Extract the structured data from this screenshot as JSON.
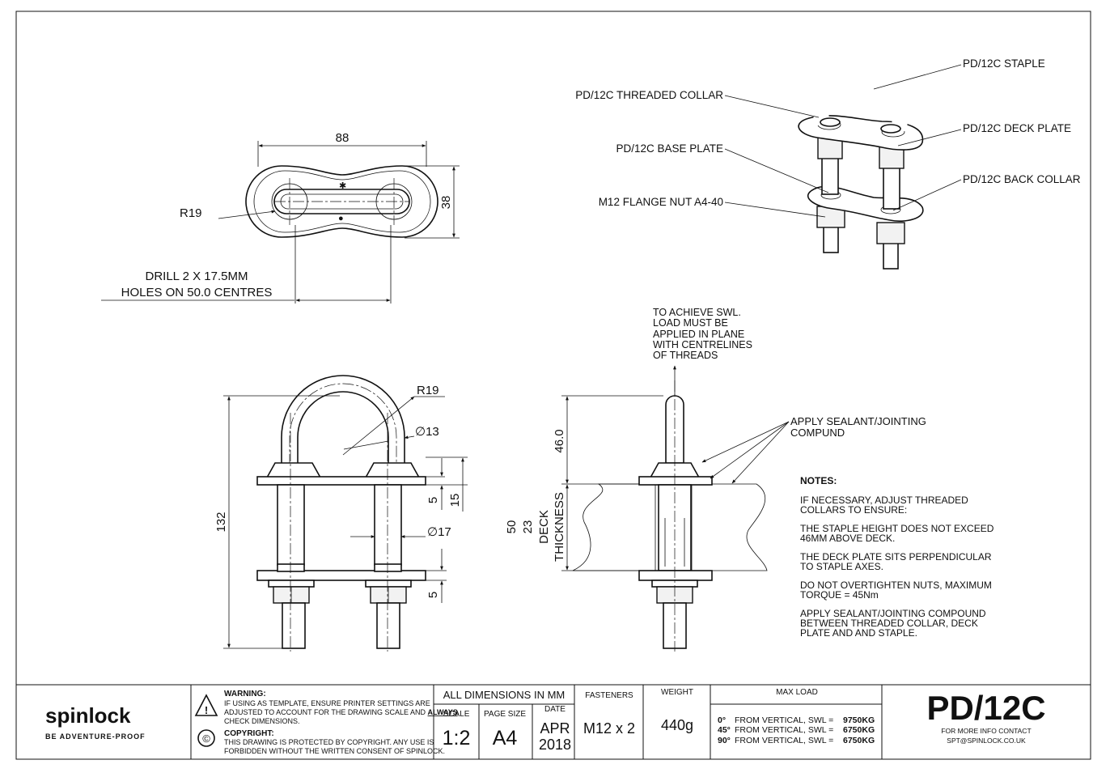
{
  "top_view": {
    "width_dim": "88",
    "height_dim": "38",
    "radius": "R19",
    "drill_line1": "DRILL 2 X 17.5MM",
    "drill_line2": "HOLES ON 50.0 CENTRES"
  },
  "iso_labels": {
    "staple": "PD/12C STAPLE",
    "threaded_collar": "PD/12C THREADED COLLAR",
    "deck_plate": "PD/12C DECK PLATE",
    "base_plate": "PD/12C BASE PLATE",
    "back_collar": "PD/12C BACK COLLAR",
    "flange_nut": "M12 FLANGE NUT A4-40"
  },
  "front_view": {
    "radius": "R19",
    "dia_rod": "∅13",
    "dia_hole": "∅17",
    "height": "132",
    "dim_5_top": "5",
    "dim_15": "15",
    "dim_5_bottom": "5"
  },
  "side_view": {
    "load_note": [
      "TO ACHIEVE SWL.",
      "LOAD MUST BE",
      "APPLIED IN PLANE",
      "WITH CENTRELINES",
      "OF THREADS"
    ],
    "height": "46.0",
    "deck_range_max": "50",
    "deck_range_min": "23",
    "deck_label": "DECK",
    "thickness_label": "THICKNESS",
    "sealant_line1": "APPLY SEALANT/JOINTING",
    "sealant_line2": "COMPUND"
  },
  "notes": {
    "title": "NOTES:",
    "items": [
      [
        "IF NECESSARY, ADJUST THREADED",
        "COLLARS TO ENSURE:"
      ],
      [
        "THE STAPLE HEIGHT DOES NOT EXCEED",
        "46MM ABOVE DECK."
      ],
      [
        "THE DECK PLATE SITS PERPENDICULAR",
        "TO STAPLE AXES."
      ],
      [
        "DO NOT OVERTIGHTEN NUTS, MAXIMUM",
        "TORQUE = 45Nm"
      ],
      [
        "APPLY SEALANT/JOINTING COMPOUND",
        "BETWEEN THREADED COLLAR, DECK",
        "PLATE AND AND STAPLE."
      ]
    ]
  },
  "title_block": {
    "brand": "spinlock",
    "tagline": "BE ADVENTURE-PROOF",
    "warning_title": "WARNING:",
    "warning_line1": "IF USING AS TEMPLATE, ENSURE PRINTER SETTINGS ARE",
    "warning_line2_a": "ADJUSTED TO ACCOUNT FOR THE DRAWING SCALE AND ",
    "warning_line2_b": "ALWAYS",
    "warning_line3": "CHECK DIMENSIONS.",
    "copyright_symbol": "©",
    "copyright_title": "COPYRIGHT:",
    "copyright_line1": "THIS DRAWING IS PROTECTED BY COPYRIGHT. ANY USE IS",
    "copyright_line2": "FORBIDDEN WITHOUT THE WRITTEN CONSENT OF SPINLOCK.",
    "all_dims": "ALL DIMENSIONS IN MM",
    "scale_label": "SCALE",
    "scale_value": "1:2",
    "page_size_label": "PAGE SIZE",
    "page_size_value": "A4",
    "date_label": "DATE",
    "date_month": "APR",
    "date_year": "2018",
    "fasteners_label": "FASTENERS",
    "fasteners_value": "M12 x 2",
    "weight_label": "WEIGHT",
    "weight_value": "440g",
    "max_load_label": "MAX LOAD",
    "loads": [
      {
        "angle": "0°",
        "text": "FROM VERTICAL, SWL =",
        "value": "9750KG"
      },
      {
        "angle": "45°",
        "text": "FROM VERTICAL, SWL =",
        "value": "6750KG"
      },
      {
        "angle": "90°",
        "text": "FROM VERTICAL, SWL =",
        "value": "6750KG"
      }
    ],
    "part_number": "PD/12C",
    "contact_line1": "FOR MORE INFO CONTACT",
    "contact_line2": "SPT@SPINLOCK.CO.UK"
  }
}
